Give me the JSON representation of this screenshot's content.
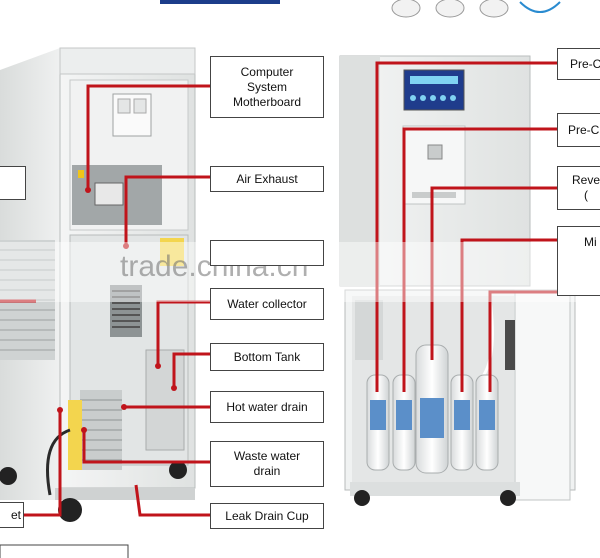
{
  "labels": {
    "computer_system_motherboard": "Computer\nSystem\nMotherboard",
    "air_exhaust": "Air Exhaust",
    "water_collector": "Water collector",
    "bottom_tank": "Bottom Tank",
    "hot_water_drain": "Hot water drain",
    "waste_water_drain": "Waste water\ndrain",
    "leak_drain_cup": "Leak Drain Cup",
    "pre_c_1": "Pre-C",
    "pre_c_2": "Pre-C",
    "reve": "Reve\n(",
    "mi": "Mi",
    "left_et": "et"
  },
  "watermark": "trade.china.cn",
  "colors": {
    "leader": "#c0141b",
    "box_border": "#444444",
    "unit_body": "#e9eceb"
  }
}
